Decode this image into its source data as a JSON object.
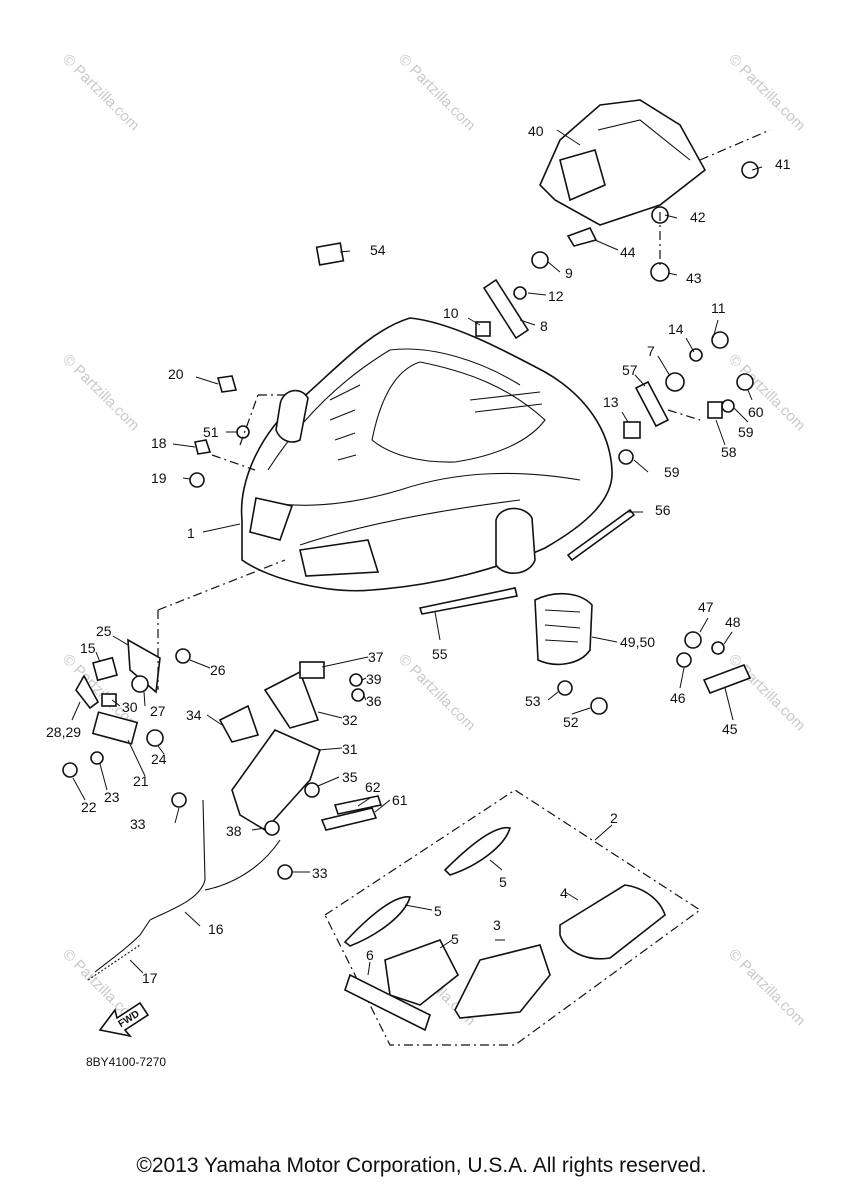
{
  "watermark": "© Partzilla.com",
  "diagram_code": "8BY4100-7270",
  "fwd_label": "FWD",
  "copyright": "©2013 Yamaha Motor Corporation, U.S.A. All rights reserved.",
  "callouts": [
    "1",
    "2",
    "3",
    "4",
    "5",
    "5",
    "5",
    "6",
    "7",
    "8",
    "9",
    "10",
    "11",
    "12",
    "13",
    "14",
    "15",
    "16",
    "17",
    "18",
    "19",
    "20",
    "21",
    "22",
    "23",
    "24",
    "25",
    "26",
    "27",
    "28,29",
    "30",
    "31",
    "32",
    "33",
    "33",
    "34",
    "35",
    "36",
    "37",
    "38",
    "39",
    "40",
    "41",
    "42",
    "43",
    "44",
    "45",
    "46",
    "47",
    "48",
    "49,50",
    "51",
    "52",
    "53",
    "54",
    "55",
    "56",
    "57",
    "58",
    "59",
    "59",
    "60",
    "61",
    "62"
  ]
}
